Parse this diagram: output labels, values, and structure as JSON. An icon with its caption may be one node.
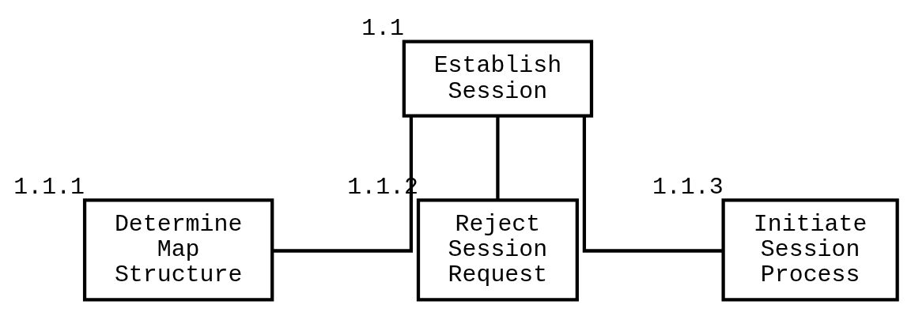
{
  "diagram": {
    "nodes": [
      {
        "text": [
          "Establish Session"
        ],
        "beside": [
          "1.1"
        ]
      },
      {
        "text": [
          "Determine Map Structure"
        ],
        "beside": [
          "1.1.1"
        ]
      },
      {
        "text": [
          "Reject Session Request"
        ],
        "beside": [
          "1.1.2"
        ]
      },
      {
        "text": [
          "Initiate Session Process"
        ],
        "beside": [
          "1.1.3"
        ]
      }
    ],
    "edges": [
      {
        "from": 0,
        "to": 1,
        "arrow": "none"
      },
      {
        "from": 0,
        "to": 2,
        "arrow": "none"
      },
      {
        "from": 0,
        "to": 3,
        "arrow": "none"
      }
    ]
  }
}
